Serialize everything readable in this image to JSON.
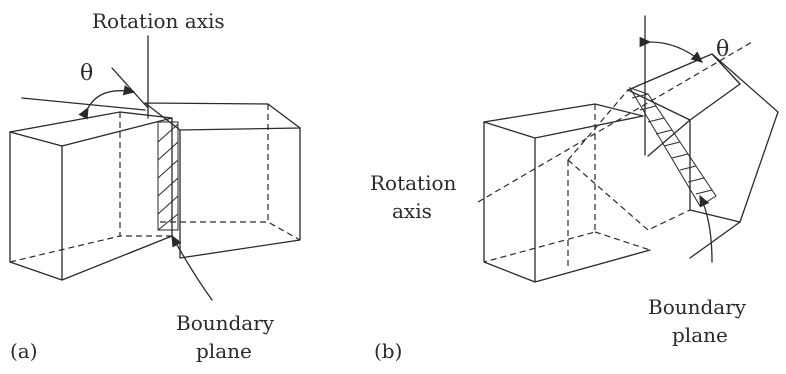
{
  "panel_a": {
    "panel_label": "(a)",
    "rotation_axis_label": "Rotation axis",
    "angle_label": "θ",
    "boundary_label_line1": "Boundary",
    "boundary_label_line2": "plane"
  },
  "panel_b": {
    "panel_label": "(b)",
    "rotation_axis_line1": "Rotation",
    "rotation_axis_line2": "axis",
    "angle_label": "θ",
    "boundary_label_line1": "Boundary",
    "boundary_label_line2": "plane"
  },
  "colors": {
    "ink": "#2a2a2a",
    "background": "#ffffff"
  }
}
